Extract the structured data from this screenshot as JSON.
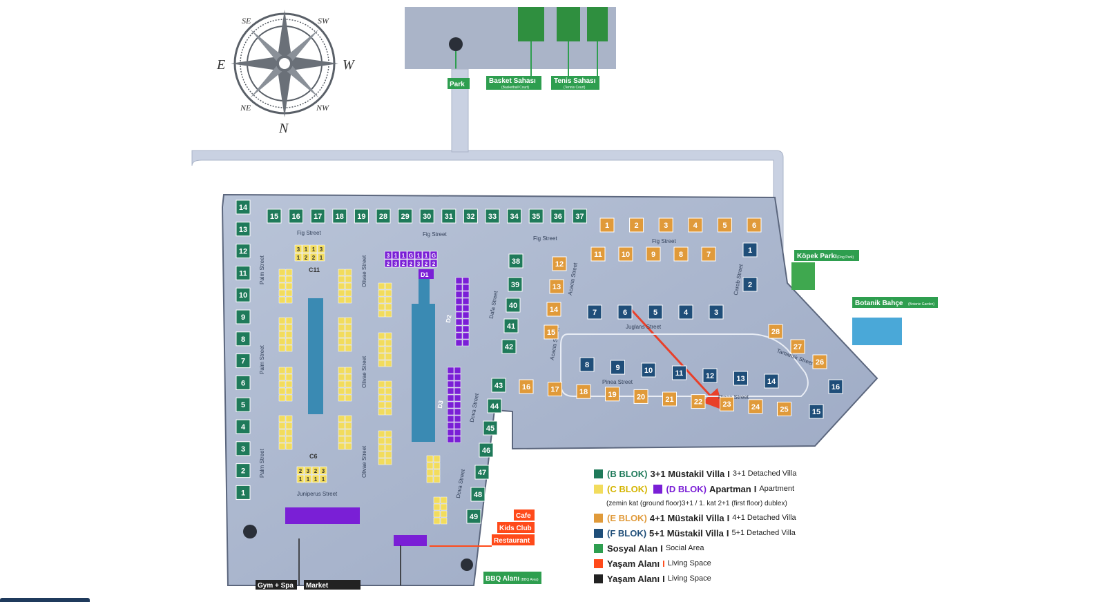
{
  "compass": {
    "se": "SE",
    "sw": "SW",
    "e": "E",
    "w": "W",
    "ne": "NE",
    "nw": "NW",
    "n": "N"
  },
  "facilities": {
    "park": "Park",
    "basket": "Basket Sahası",
    "basket_en": "(Basketball Court)",
    "tennis": "Tenis Sahası",
    "tennis_en": "(Tennis Court)",
    "dog": "Köpek Parkı",
    "dog_en": "(Dog Park)",
    "botanik": "Botanik Bahçe",
    "botanik_en": "(Botanic Garden)",
    "cafe": "Cafe",
    "kids": "Kids Club",
    "restaurant": "Restaurant",
    "bbq": "BBQ Alanı",
    "bbq_en": "(BBQ Area)",
    "gym": "Gym + Spa",
    "market": "Market"
  },
  "streets": {
    "fig": "Fig Street",
    "palm": "Palm Street",
    "olivae": "Olivae Street",
    "dafa": "Dafa Street",
    "acacia": "Acacia Street",
    "juglans": "Juglans Street",
    "pinea": "Pinea Street",
    "tamarisk": "Tamarisk Street",
    "carob": "Carob Street",
    "juniperus": "Juniperus Street",
    "dova": "Dova Street"
  },
  "legend": {
    "b": {
      "code": "(B BLOK)",
      "tr": "3+1 Müstakil Villa",
      "en": "3+1 Detached Villa",
      "color": "#1f7a5a"
    },
    "c": {
      "code": "(C BLOK)",
      "color": "#f2dc5d"
    },
    "d": {
      "code": "(D BLOK)",
      "tr": "Apartman",
      "en": "Apartment",
      "color": "#7a1fd6"
    },
    "note": "(zemin kat (ground floor)3+1 / 1. kat 2+1 (first floor) dublex)",
    "e": {
      "code": "(E BLOK)",
      "tr": "4+1 Müstakil Villa",
      "en": "4+1 Detached Villa",
      "color": "#e09a3a"
    },
    "f": {
      "code": "(F BLOK)",
      "tr": "5+1 Müstakil Villa",
      "en": "5+1 Detached Villa",
      "color": "#1f4e79"
    },
    "social": {
      "tr": "Sosyal Alan",
      "en": "Social Area",
      "color": "#2e9e4f"
    },
    "living1": {
      "tr": "Yaşam Alanı",
      "en": "Living Space",
      "color": "#ff4a1a"
    },
    "living2": {
      "tr": "Yaşam Alanı",
      "en": "Living Space",
      "color": "#222222"
    },
    "sep": "I"
  },
  "colors": {
    "b": "#1f7a5a",
    "c": "#f2dc5d",
    "d": "#7a1fd6",
    "e": "#e09a3a",
    "f": "#1f4e79",
    "social": "#2e9e4f",
    "living": "#ff4a1a",
    "arrow": "#e8402a"
  },
  "lots": {
    "b_left": [
      "14",
      "13",
      "12",
      "11",
      "10",
      "9",
      "8",
      "7",
      "6",
      "5",
      "4",
      "3",
      "2",
      "1"
    ],
    "b_top": [
      "15",
      "16",
      "17",
      "18",
      "19",
      "28",
      "29",
      "30",
      "31",
      "32",
      "33",
      "34",
      "35",
      "36",
      "37"
    ],
    "b_dafa": [
      "38",
      "39",
      "40",
      "41",
      "42",
      "43",
      "44",
      "45",
      "46",
      "47",
      "48",
      "49"
    ],
    "e_top": [
      "1",
      "2",
      "3",
      "4",
      "5",
      "6"
    ],
    "e_row2": [
      "11",
      "10",
      "9",
      "8",
      "7"
    ],
    "e_acacia": [
      "12",
      "13",
      "14",
      "15"
    ],
    "e_bottom": [
      "16",
      "17",
      "18",
      "19",
      "20",
      "21",
      "22",
      "23",
      "24",
      "25"
    ],
    "e_right": [
      "28",
      "27",
      "26"
    ],
    "f_row": [
      "7",
      "6",
      "5",
      "4",
      "3"
    ],
    "f_inner": [
      "8",
      "9",
      "10",
      "11",
      "12",
      "13",
      "14"
    ],
    "f_carob": [
      "1",
      "2"
    ],
    "f_right": [
      "16",
      "15"
    ]
  },
  "blocks": {
    "c11": "C11",
    "c6": "C6",
    "d1": "D1",
    "d2": "D2",
    "d3": "D3"
  },
  "apt_units": {
    "c11_top": [
      "3",
      "1",
      "1",
      "3"
    ],
    "c11_bot": [
      "1",
      "2",
      "2",
      "1"
    ],
    "d1_top": [
      "3",
      "1",
      "1",
      "G",
      "1",
      "1",
      "G"
    ],
    "d1_bot": [
      "2",
      "3",
      "2",
      "2",
      "3",
      "2",
      "2"
    ],
    "c6_top": [
      "2",
      "3",
      "2",
      "3"
    ],
    "c6_bot": [
      "1",
      "1",
      "1",
      "1"
    ]
  }
}
